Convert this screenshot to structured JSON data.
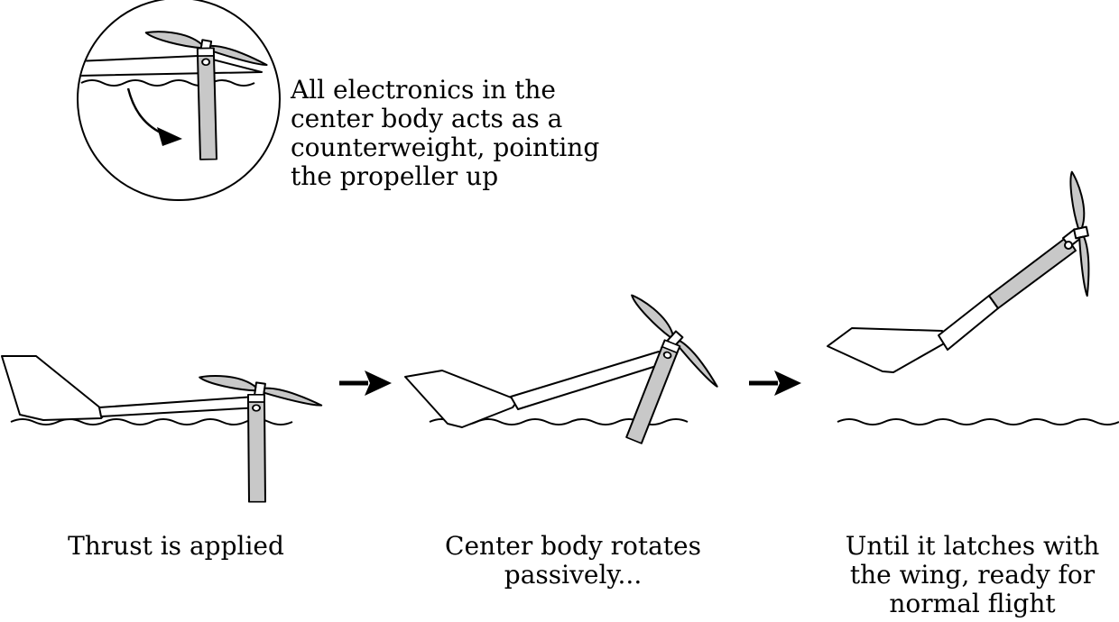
{
  "callout": {
    "lines": [
      "All electronics in the",
      "center body acts as a",
      "counterweight, pointing",
      "the propeller up"
    ]
  },
  "stages": [
    {
      "caption_lines": [
        "Thrust is applied"
      ]
    },
    {
      "caption_lines": [
        "Center body rotates",
        "passively..."
      ]
    },
    {
      "caption_lines": [
        "Until it latches with",
        "the wing, ready for",
        "normal flight"
      ]
    }
  ],
  "colors": {
    "ink": "#000000",
    "body_fill": "#c8c8c8",
    "wing_fill": "#ffffff",
    "background": "#ffffff"
  },
  "icons": [
    "curved-arrow-icon",
    "right-arrow-icon"
  ]
}
